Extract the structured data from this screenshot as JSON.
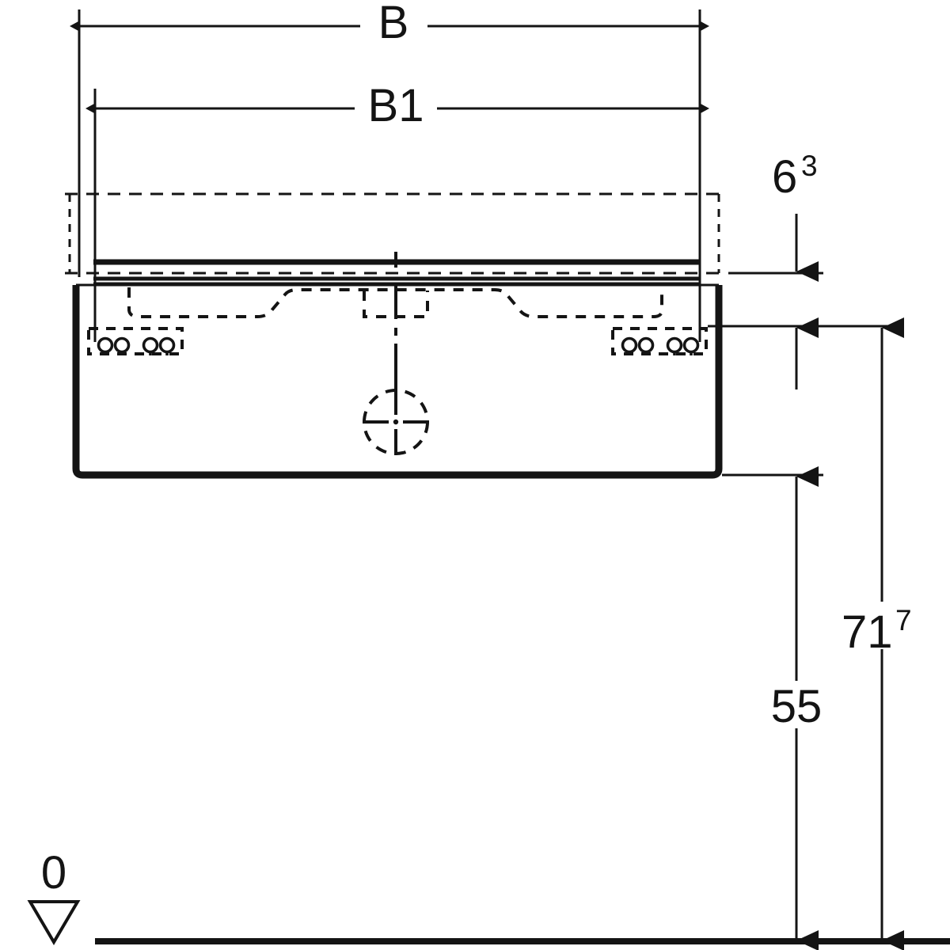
{
  "drawing": {
    "title": "Vanity unit with washbasin - front elevation dimension drawing",
    "units": "cm",
    "line_color": "#141414",
    "background": "#ffffff"
  },
  "dimensions": {
    "width_overall": {
      "label": "B",
      "name": "overall-width"
    },
    "width_inner": {
      "label": "B1",
      "name": "cabinet-width"
    },
    "gap_top": {
      "label": "6",
      "exponent": "3",
      "name": "countertop-to-mirror-gap"
    },
    "height_cabinet_bottom": {
      "label": "55",
      "name": "floor-to-cabinet-bottom"
    },
    "height_countertop": {
      "label": "71",
      "exponent": "7",
      "name": "floor-to-countertop"
    },
    "datum": {
      "label": "0",
      "name": "floor-datum"
    }
  },
  "features": {
    "bracket_left": {
      "name": "wall-bracket-left",
      "holes": 4
    },
    "bracket_right": {
      "name": "wall-bracket-right",
      "holes": 4
    },
    "center_mark": {
      "name": "drain-center-mark"
    },
    "basin_outline": {
      "name": "basin-underside-outline"
    },
    "countertop": {
      "name": "countertop-band"
    },
    "cabinet_body": {
      "name": "cabinet-body"
    },
    "mirror_panel": {
      "name": "upper-panel-outline"
    },
    "floor_line": {
      "name": "floor-reference-line"
    }
  }
}
